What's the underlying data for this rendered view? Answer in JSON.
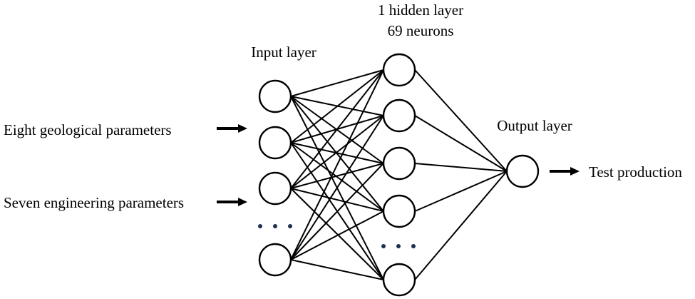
{
  "diagram": {
    "labels": {
      "hidden_title_line1": "1 hidden layer",
      "hidden_title_line2": "69 neurons",
      "input_layer": "Input layer",
      "output_layer": "Output layer",
      "input_geological": "Eight geological parameters",
      "input_engineering": "Seven engineering parameters",
      "output_target": "Test production"
    },
    "layers": {
      "input_visible_neurons": 4,
      "hidden_visible_neurons": 5,
      "output_neurons": 1,
      "input_has_ellipsis": true,
      "hidden_has_ellipsis": true
    },
    "colors": {
      "line": "#000000",
      "ellipsis_dots": "#1f2f4f",
      "background": "#ffffff"
    }
  }
}
